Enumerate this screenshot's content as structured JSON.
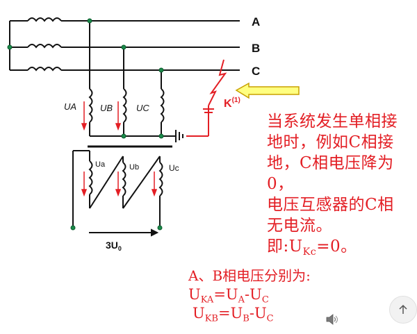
{
  "diagram": {
    "phases": [
      "A",
      "B",
      "C"
    ],
    "fault_label": "K",
    "fault_superscript": "(1)",
    "primary_coils": [
      "UA",
      "UB",
      "UC"
    ],
    "secondary_coils": [
      "Ua",
      "Ub",
      "Uc"
    ],
    "open_delta_label": "3U",
    "open_delta_sub": "0"
  },
  "note_main": {
    "line1": "当系统发生单相接",
    "line2": "地时，例如C相接",
    "line3": "地，C相电压降为0，",
    "line4": "电压互感器的C相",
    "line5_pre": "无电流。即:U",
    "line5_sub": "Kc",
    "line5_post": "=0。"
  },
  "note_bottom": {
    "line1": "A、B相电压分别为:",
    "l2_u1": "U",
    "l2_s1": "KA",
    "l2_eq": "=U",
    "l2_s2": "A",
    "l2_minus": "-U",
    "l2_s3": "C",
    "l3_u1": "U",
    "l3_s1": "KB",
    "l3_eq": "=U",
    "l3_s2": "B",
    "l3_minus": "-U",
    "l3_s3": "C"
  },
  "colors": {
    "line": "#111111",
    "node": "#1a8a4a",
    "fault": "#e31e24",
    "arrow_fill": "#ffff80",
    "arrow_stroke": "#c8a000",
    "text_red": "#e31e24"
  },
  "icons": {
    "speaker": "speaker-icon",
    "scroll_top": "arrow-up-icon"
  }
}
